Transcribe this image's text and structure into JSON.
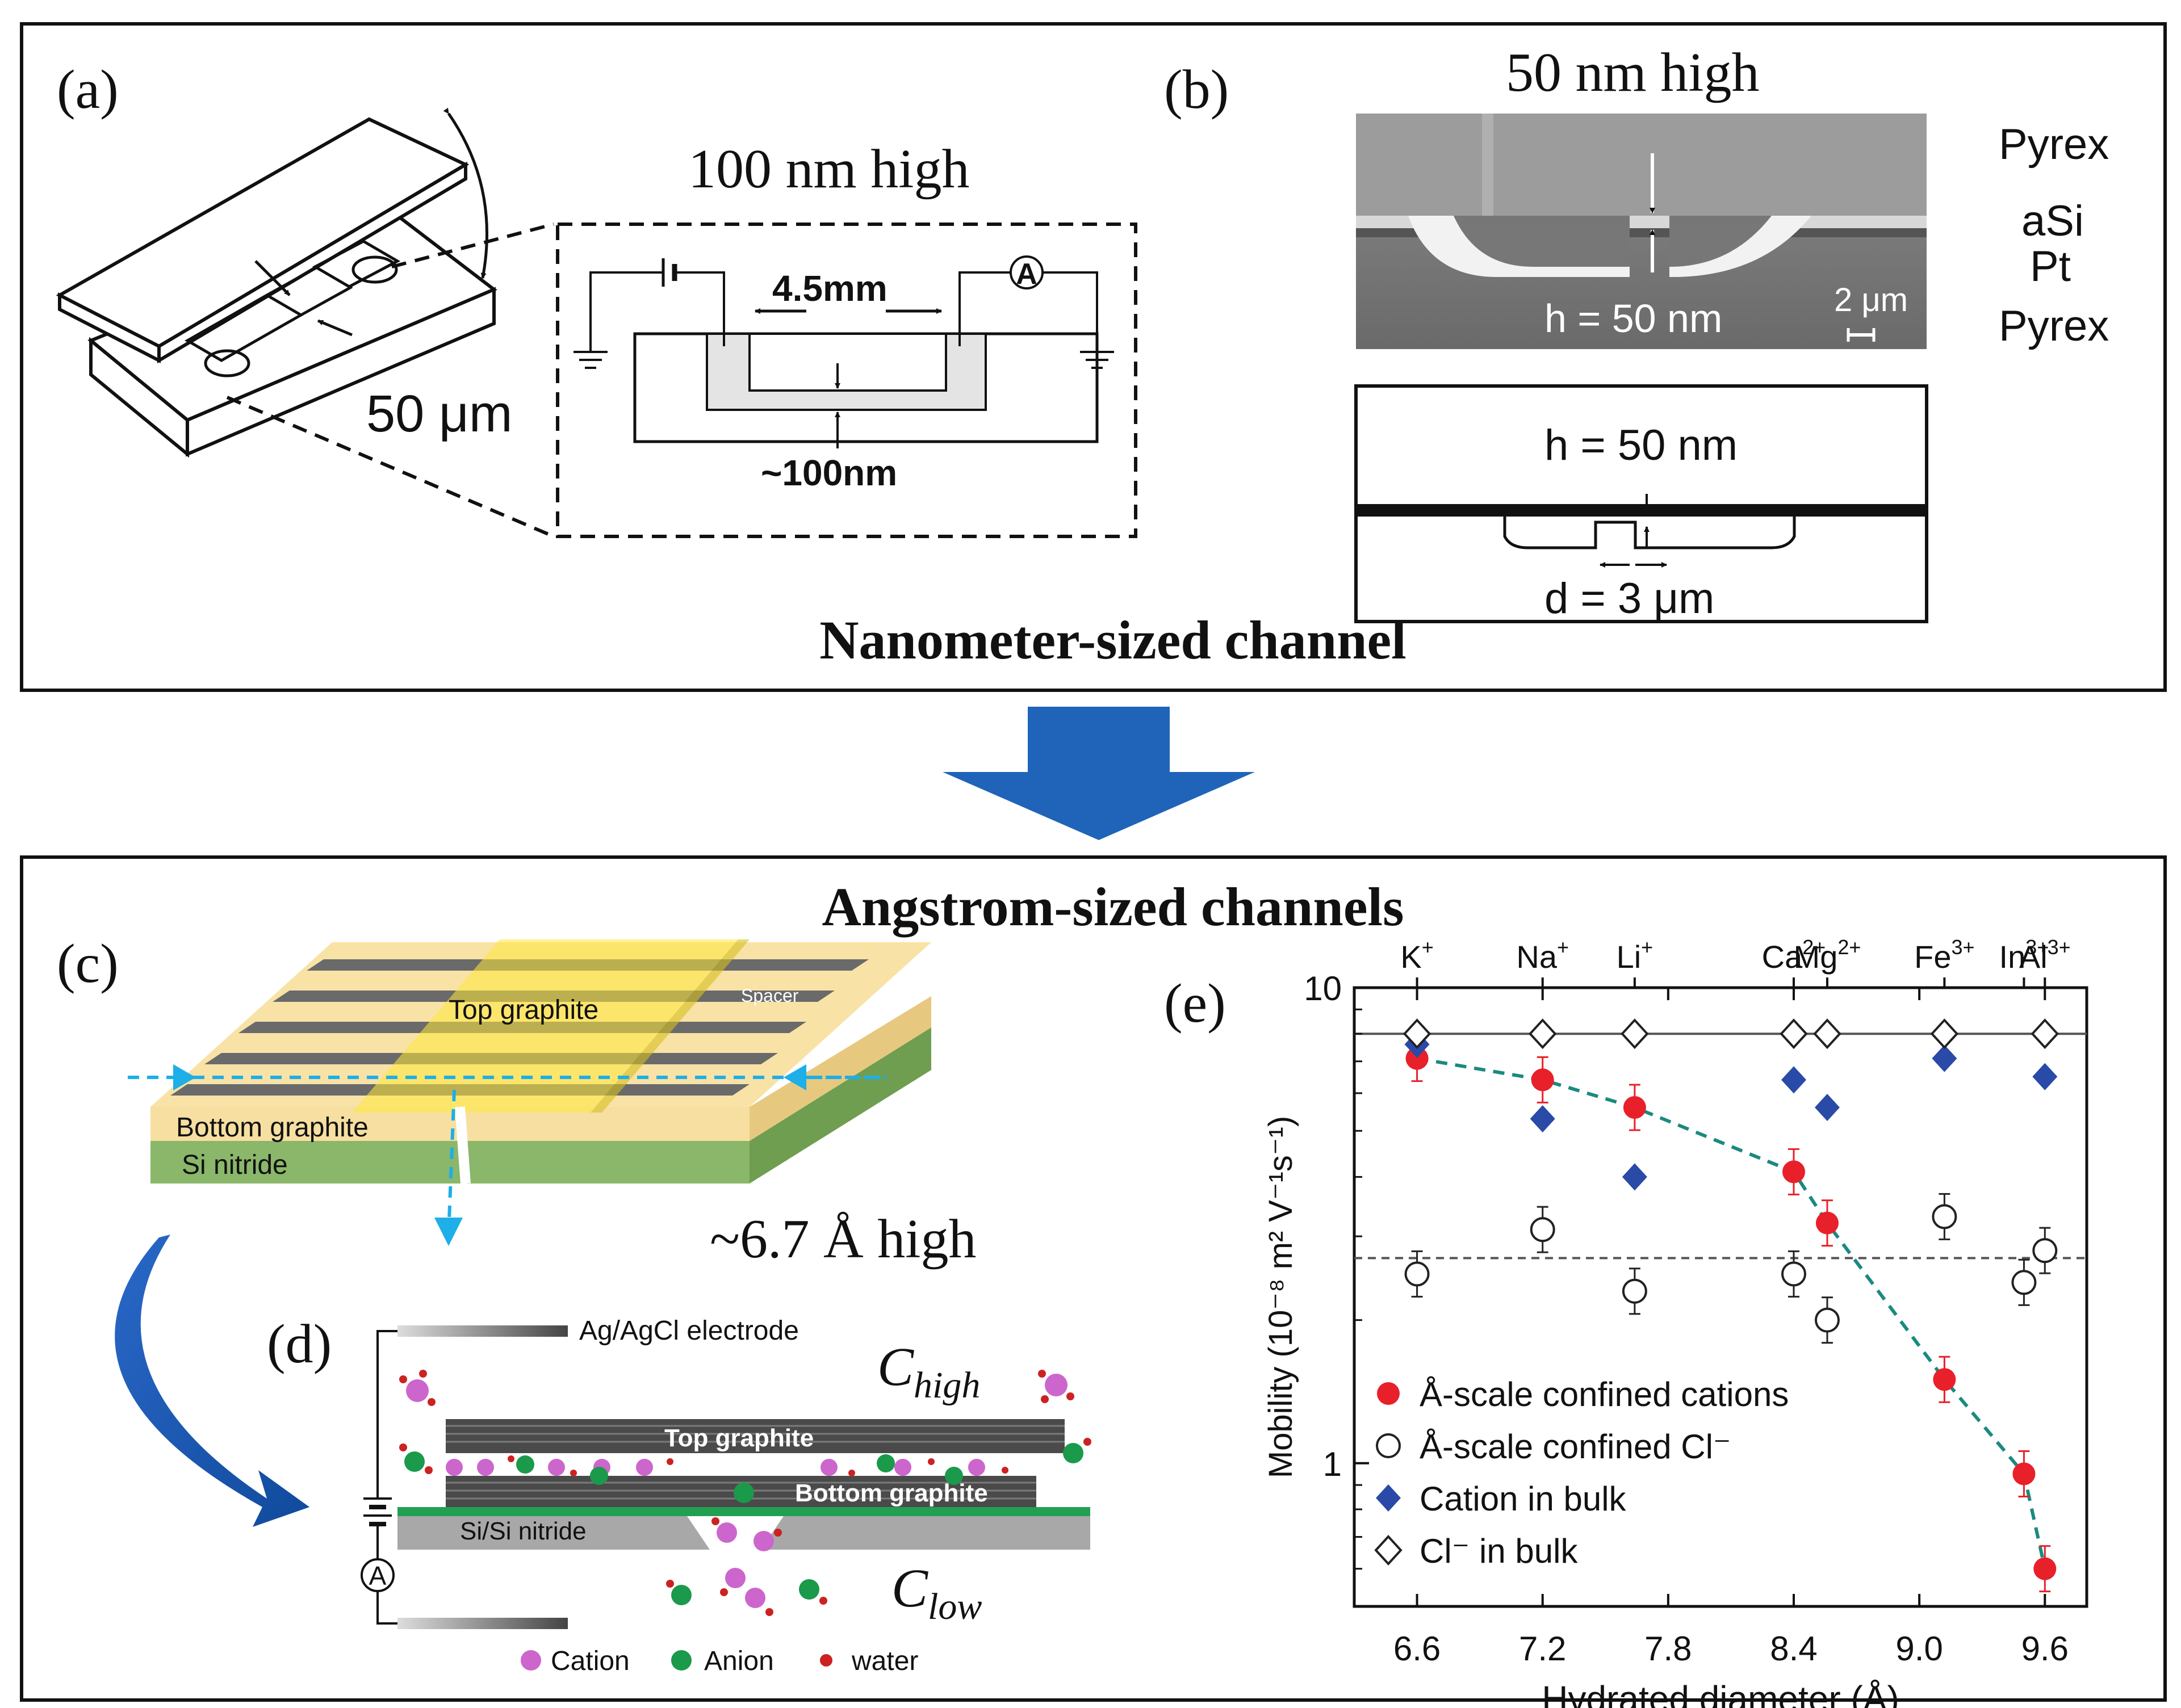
{
  "top_panel": {
    "caption": "Nanometer-sized channel",
    "a": {
      "label": "(a)",
      "title": "100 nm high",
      "width_label": "50 μm",
      "length_label": "4.5mm",
      "depth_label": "~100nm",
      "ammeter": "A"
    },
    "b": {
      "label": "(b)",
      "title": "50 nm high",
      "sem_h": "h = 50 nm",
      "scale": "2 μm",
      "layers": [
        "Pyrex",
        "aSi",
        "Pt",
        "Pyrex"
      ],
      "schem_h": "h = 50 nm",
      "schem_d": "d = 3 μm"
    }
  },
  "arrow_icon": "down-arrow",
  "bottom_panel": {
    "caption": "Angstrom-sized channels",
    "c": {
      "label": "(c)",
      "top_graphite": "Top graphite",
      "spacer": "Spacer",
      "bottom_graphite": "Bottom graphite",
      "si_nitride": "Si nitride",
      "height": "~6.7 Å high"
    },
    "d": {
      "label": "(d)",
      "electrode": "Ag/AgCl electrode",
      "c_high_main": "C",
      "c_high_sub": "high",
      "c_low_main": "C",
      "c_low_sub": "low",
      "top_graphite": "Top graphite",
      "bottom_graphite": "Bottom graphite",
      "si": "Si/Si nitride",
      "ammeter": "A",
      "legend": [
        {
          "label": "Cation",
          "color": "#cc66cc"
        },
        {
          "label": "Anion",
          "color": "#1a9a4a"
        },
        {
          "label": "water",
          "color": "#cc2222"
        }
      ]
    },
    "e": {
      "label": "(e)",
      "chart_data": {
        "type": "scatter",
        "xlabel": "Hydrated diameter  (Å)",
        "ylabel": "Mobility (10⁻⁸ m² V⁻¹s⁻¹)",
        "xlim": [
          6.3,
          9.8
        ],
        "ylim": [
          0.5,
          10
        ],
        "yscale": "log",
        "x_ticks": [
          "6.6",
          "7.2",
          "7.8",
          "8.4",
          "9.0",
          "9.6"
        ],
        "y_ticks": [
          "10",
          "1"
        ],
        "top_ions": [
          {
            "x": 6.6,
            "main": "K",
            "sup": "+"
          },
          {
            "x": 7.2,
            "main": "Na",
            "sup": "+"
          },
          {
            "x": 7.64,
            "main": "Li",
            "sup": "+"
          },
          {
            "x": 8.4,
            "main": "Ca",
            "sup": "2+"
          },
          {
            "x": 8.56,
            "main": "Mg",
            "sup": "2+"
          },
          {
            "x": 9.12,
            "main": "Fe",
            "sup": "3+"
          },
          {
            "x": 9.5,
            "main": "In",
            "sup": "3+"
          },
          {
            "x": 9.6,
            "main": "Al",
            "sup": "3+"
          }
        ],
        "ref_lines": {
          "cl_bulk": 8.0,
          "cl_confined": 2.7
        },
        "series": [
          {
            "name": "Å-scale confined cations",
            "marker": "filled-circle",
            "color": "#e8202a",
            "points": [
              [
                6.6,
                7.1
              ],
              [
                7.2,
                6.4
              ],
              [
                7.64,
                5.6
              ],
              [
                8.4,
                4.1
              ],
              [
                8.56,
                3.2
              ],
              [
                9.12,
                1.5
              ],
              [
                9.5,
                0.95
              ],
              [
                9.6,
                0.6
              ]
            ]
          },
          {
            "name": "Å-scale confined Cl⁻",
            "marker": "open-circle",
            "color": "#222222",
            "points": [
              [
                6.6,
                2.5
              ],
              [
                7.2,
                3.1
              ],
              [
                7.64,
                2.3
              ],
              [
                8.4,
                2.5
              ],
              [
                8.56,
                2.0
              ],
              [
                9.12,
                3.3
              ],
              [
                9.5,
                2.4
              ],
              [
                9.6,
                2.8
              ]
            ]
          },
          {
            "name": "Cation in bulk",
            "marker": "filled-diamond",
            "color": "#2a4aa8",
            "points": [
              [
                6.6,
                7.6
              ],
              [
                7.2,
                5.3
              ],
              [
                7.64,
                4.0
              ],
              [
                8.4,
                6.4
              ],
              [
                8.56,
                5.6
              ],
              [
                9.12,
                7.1
              ],
              [
                9.6,
                6.5
              ]
            ]
          },
          {
            "name": "Cl⁻ in bulk",
            "marker": "open-diamond",
            "color": "#222222",
            "points": [
              [
                6.6,
                8.0
              ],
              [
                7.2,
                8.0
              ],
              [
                7.64,
                8.0
              ],
              [
                8.4,
                8.0
              ],
              [
                8.56,
                8.0
              ],
              [
                9.12,
                8.0
              ],
              [
                9.6,
                8.0
              ]
            ]
          }
        ],
        "fit_curve": "dashed teal"
      }
    }
  }
}
